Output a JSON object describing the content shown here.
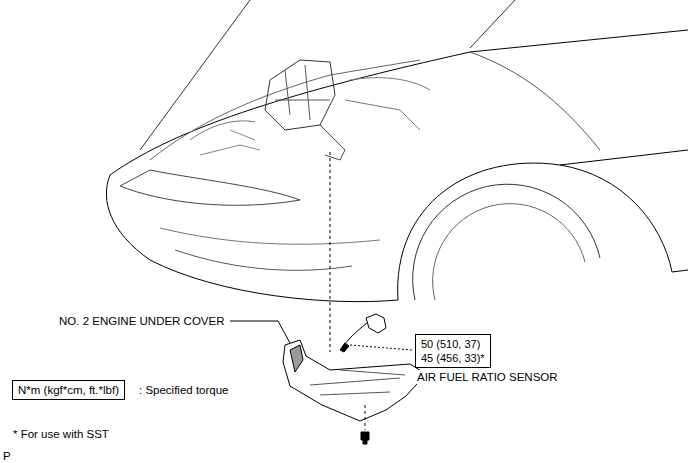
{
  "diagram": {
    "nodes": [
      {
        "text": [
          "50 (510, 37)",
          "45 (456, 33)*"
        ]
      },
      {
        "text": [
          "N*m (kgf*cm, ft.*lbf)"
        ]
      }
    ],
    "labels": [
      "NO. 2 ENGINE UNDER COVER",
      "AIR FUEL RATIO SENSOR",
      ": Specified torque",
      "* For use with SST",
      "P"
    ]
  }
}
